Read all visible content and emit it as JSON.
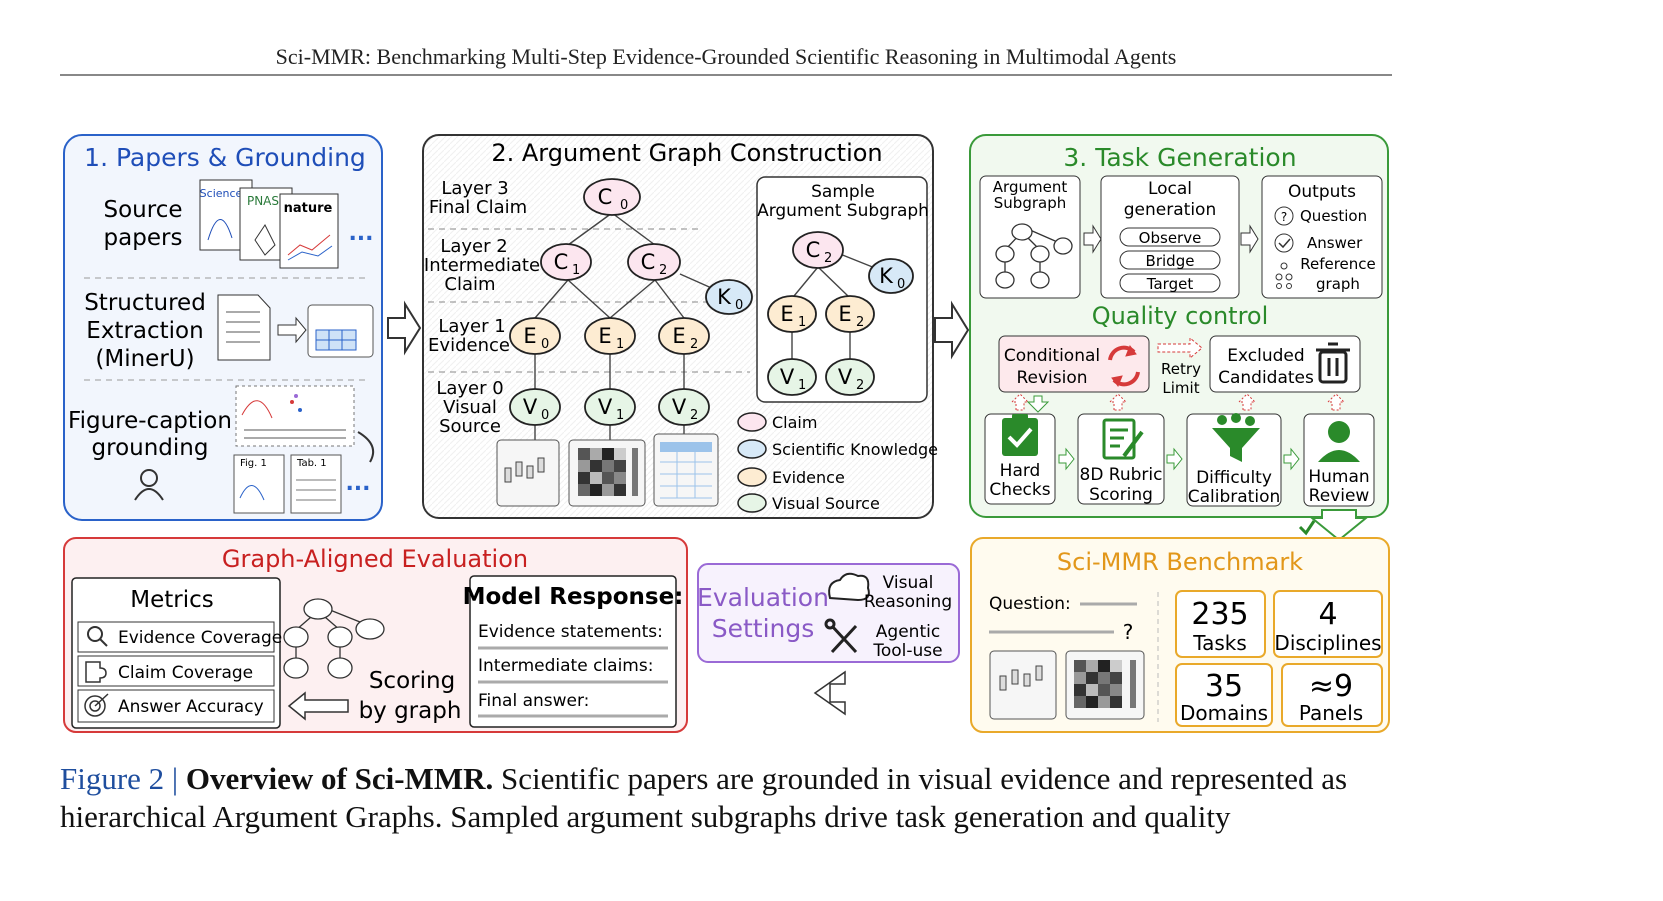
{
  "header": {
    "title": "Sci-MMR: Benchmarking Multi-Step Evidence-Grounded Scientific Reasoning in Multimodal Agents"
  },
  "panel1": {
    "title": "1. Papers & Grounding",
    "source_line1": "Source",
    "source_line2": "papers",
    "journal1": "Science",
    "journal2": "PNAS",
    "journal3": "nature",
    "ellipsis": "...",
    "extract_line1": "Structured",
    "extract_line2": "Extraction",
    "extract_line3": "(MinerU)",
    "fig_line1": "Figure-caption",
    "fig_line2": "grounding",
    "fig_tag": "Fig. 1",
    "tab_tag": "Tab. 1"
  },
  "panel2": {
    "title": "2. Argument Graph Construction",
    "layer3_line1": "Layer 3",
    "layer3_line2": "Final Claim",
    "layer2_line1": "Layer 2",
    "layer2_line2": "Intermediate",
    "layer2_line3": "Claim",
    "layer1_line1": "Layer 1",
    "layer1_line2": "Evidence",
    "layer0_line1": "Layer 0",
    "layer0_line2": "Visual",
    "layer0_line3": "Source",
    "sample_line1": "Sample",
    "sample_line2": "Argument Subgraph",
    "legend_claim": "Claim",
    "legend_knowledge": "Scientific Knowledge",
    "legend_evidence": "Evidence",
    "legend_visual": "Visual Source",
    "node_c0": "C",
    "node_c1": "C",
    "node_c2": "C",
    "node_k0": "K",
    "node_e0": "E",
    "node_e1": "E",
    "node_e2": "E",
    "node_v0": "V",
    "node_v1": "V",
    "node_v2": "V",
    "sub0": "0",
    "sub1": "1",
    "sub2": "2"
  },
  "panel3": {
    "title": "3. Task Generation",
    "arg_line1": "Argument",
    "arg_line2": "Subgraph",
    "local_line1": "Local",
    "local_line2": "generation",
    "observe": "Observe",
    "bridge": "Bridge",
    "target": "Target",
    "outputs": "Outputs",
    "question": "Question",
    "answer": "Answer",
    "reference_line1": "Reference",
    "reference_line2": "graph",
    "qc_title": "Quality control",
    "cond_line1": "Conditional",
    "cond_line2": "Revision",
    "retry_line1": "Retry",
    "retry_line2": "Limit",
    "excluded_line1": "Excluded",
    "excluded_line2": "Candidates",
    "hard_line1": "Hard",
    "hard_line2": "Checks",
    "rubric_line1": "8D Rubric",
    "rubric_line2": "Scoring",
    "difficulty_line1": "Difficulty",
    "difficulty_line2": "Calibration",
    "human_line1": "Human",
    "human_line2": "Review"
  },
  "panel4": {
    "title": "Graph-Aligned Evaluation",
    "metrics": "Metrics",
    "metric1": "Evidence Coverage",
    "metric2": "Claim Coverage",
    "metric3": "Answer Accuracy",
    "scoring_line1": "Scoring",
    "scoring_line2": "by graph",
    "response_title": "Model Response:",
    "resp1": "Evidence statements:",
    "resp2": "Intermediate claims:",
    "resp3": "Final answer:"
  },
  "panel5": {
    "title_line1": "Evaluation",
    "title_line2": "Settings",
    "visual_line1": "Visual",
    "visual_line2": "Reasoning",
    "agentic_line1": "Agentic",
    "agentic_line2": "Tool-use"
  },
  "panel6": {
    "title": "Sci-MMR Benchmark",
    "question": "Question:",
    "qmark": "?",
    "stat1_value": "235",
    "stat1_label": "Tasks",
    "stat2_value": "4",
    "stat2_label": "Disciplines",
    "stat3_value": "35",
    "stat3_label": "Domains",
    "stat4_value": "≈9",
    "stat4_label": "Panels"
  },
  "caption": {
    "label": "Figure 2 |",
    "title": "Overview of Sci-MMR.",
    "text": " Scientific papers are grounded in visual evidence and represented as hierarchical Argument Graphs. Sampled argument subgraphs drive task generation and quality"
  },
  "colors": {
    "blue": "#2a62c9",
    "green": "#3a9a3a",
    "red": "#d63a3a",
    "orange": "#e9a92a",
    "purple": "#9a6ad6",
    "claim_fill": "#fce6ef",
    "knowledge_fill": "#d7e9f7",
    "evidence_fill": "#fdecd2",
    "visual_fill": "#e6f5e6"
  }
}
